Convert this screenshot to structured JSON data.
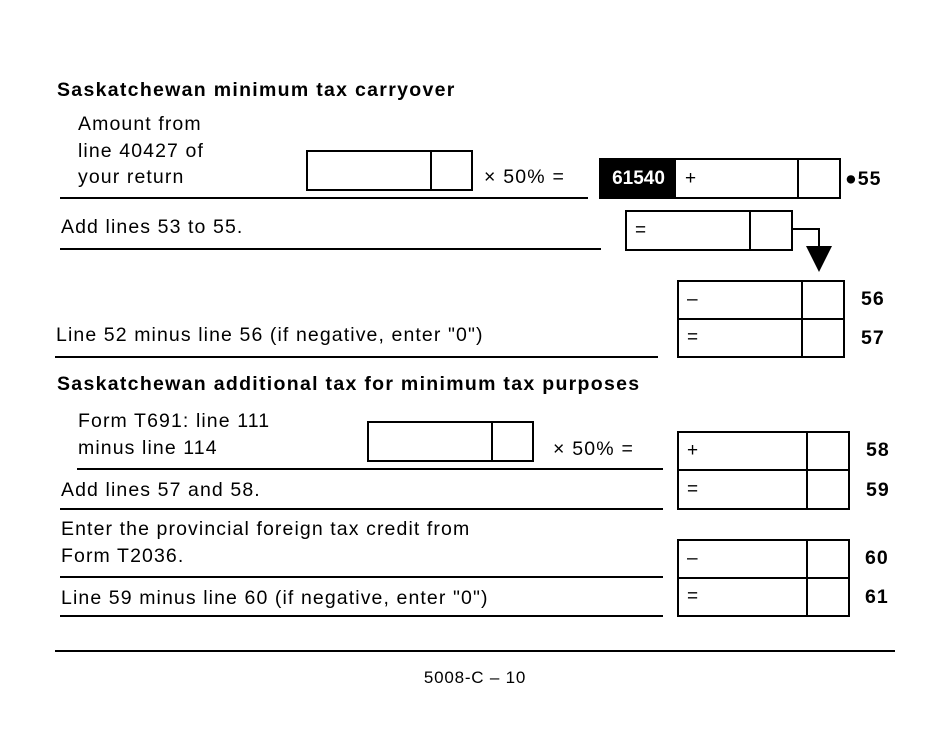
{
  "section1": {
    "title": "Saskatchewan minimum tax carryover",
    "row55": {
      "label_lines": [
        "Amount from",
        "line 40427 of",
        "your return"
      ],
      "input_value": "",
      "multiplier": "× 50% =",
      "field_code": "61540",
      "sign": "+",
      "value": "",
      "line_number": "●55"
    },
    "row_sum": {
      "label": "Add lines 53 to 55.",
      "sign": "=",
      "value": ""
    },
    "row56": {
      "sign": "–",
      "value": "",
      "line_number": "56"
    },
    "row57": {
      "label": "Line 52 minus line 56 (if negative, enter \"0\")",
      "sign": "=",
      "value": "",
      "line_number": "57"
    }
  },
  "section2": {
    "title": "Saskatchewan additional tax for minimum tax purposes",
    "row58": {
      "label_lines": [
        "Form T691: line 111",
        "minus line 114"
      ],
      "input_value": "",
      "multiplier": "× 50% =",
      "sign": "+",
      "value": "",
      "line_number": "58"
    },
    "row59": {
      "label": "Add lines 57 and 58.",
      "sign": "=",
      "value": "",
      "line_number": "59"
    },
    "row60": {
      "label_lines": [
        "Enter the provincial foreign tax credit from",
        "Form T2036."
      ],
      "sign": "–",
      "value": "",
      "line_number": "60"
    },
    "row61": {
      "label": "Line 59 minus line 60 (if negative, enter \"0\")",
      "sign": "=",
      "value": "",
      "line_number": "61"
    }
  },
  "footer": {
    "page_label": "5008-C – 10"
  }
}
